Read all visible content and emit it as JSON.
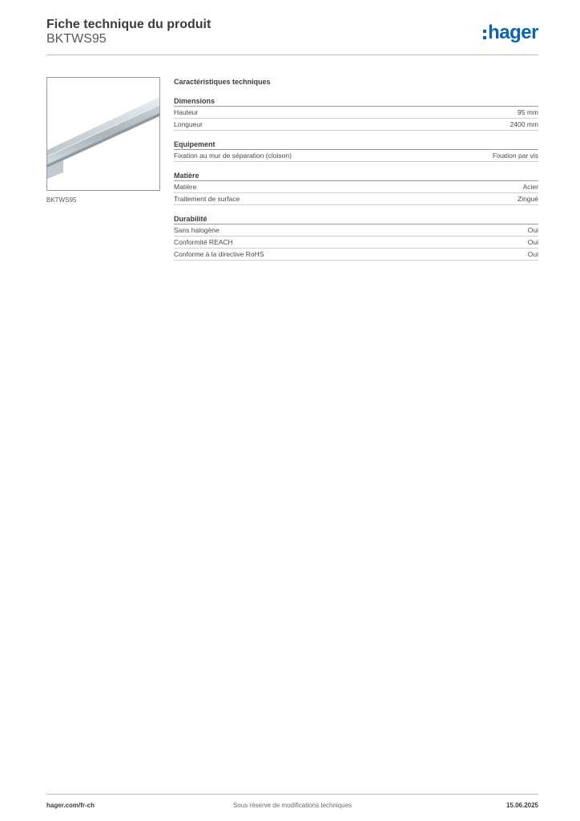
{
  "header": {
    "title": "Fiche technique du produit",
    "reference": "BKTWS95",
    "logo_text": "hager",
    "brand_color": "#0a64b4"
  },
  "product": {
    "caption": "BKTWS95"
  },
  "specs": {
    "title": "Caractéristiques techniques",
    "groups": [
      {
        "title": "Dimensions",
        "rows": [
          {
            "label": "Hauteur",
            "value": "95 mm"
          },
          {
            "label": "Longueur",
            "value": "2400 mm"
          }
        ]
      },
      {
        "title": "Equipement",
        "rows": [
          {
            "label": "Fixation au mur de séparation (cloison)",
            "value": "Fixation par vis"
          }
        ]
      },
      {
        "title": "Matière",
        "rows": [
          {
            "label": "Matière",
            "value": "Acier"
          },
          {
            "label": "Traitement de surface",
            "value": "Zingué"
          }
        ]
      },
      {
        "title": "Durabilité",
        "rows": [
          {
            "label": "Sans halogène",
            "value": "Oui"
          },
          {
            "label": "Conformité REACH",
            "value": "Oui"
          },
          {
            "label": "Conforme à la directive RoHS",
            "value": "Oui"
          }
        ]
      }
    ]
  },
  "footer": {
    "website": "hager.com/fr-ch",
    "notice": "Sous réserve de modifications techniques",
    "date": "15.06.2025"
  }
}
